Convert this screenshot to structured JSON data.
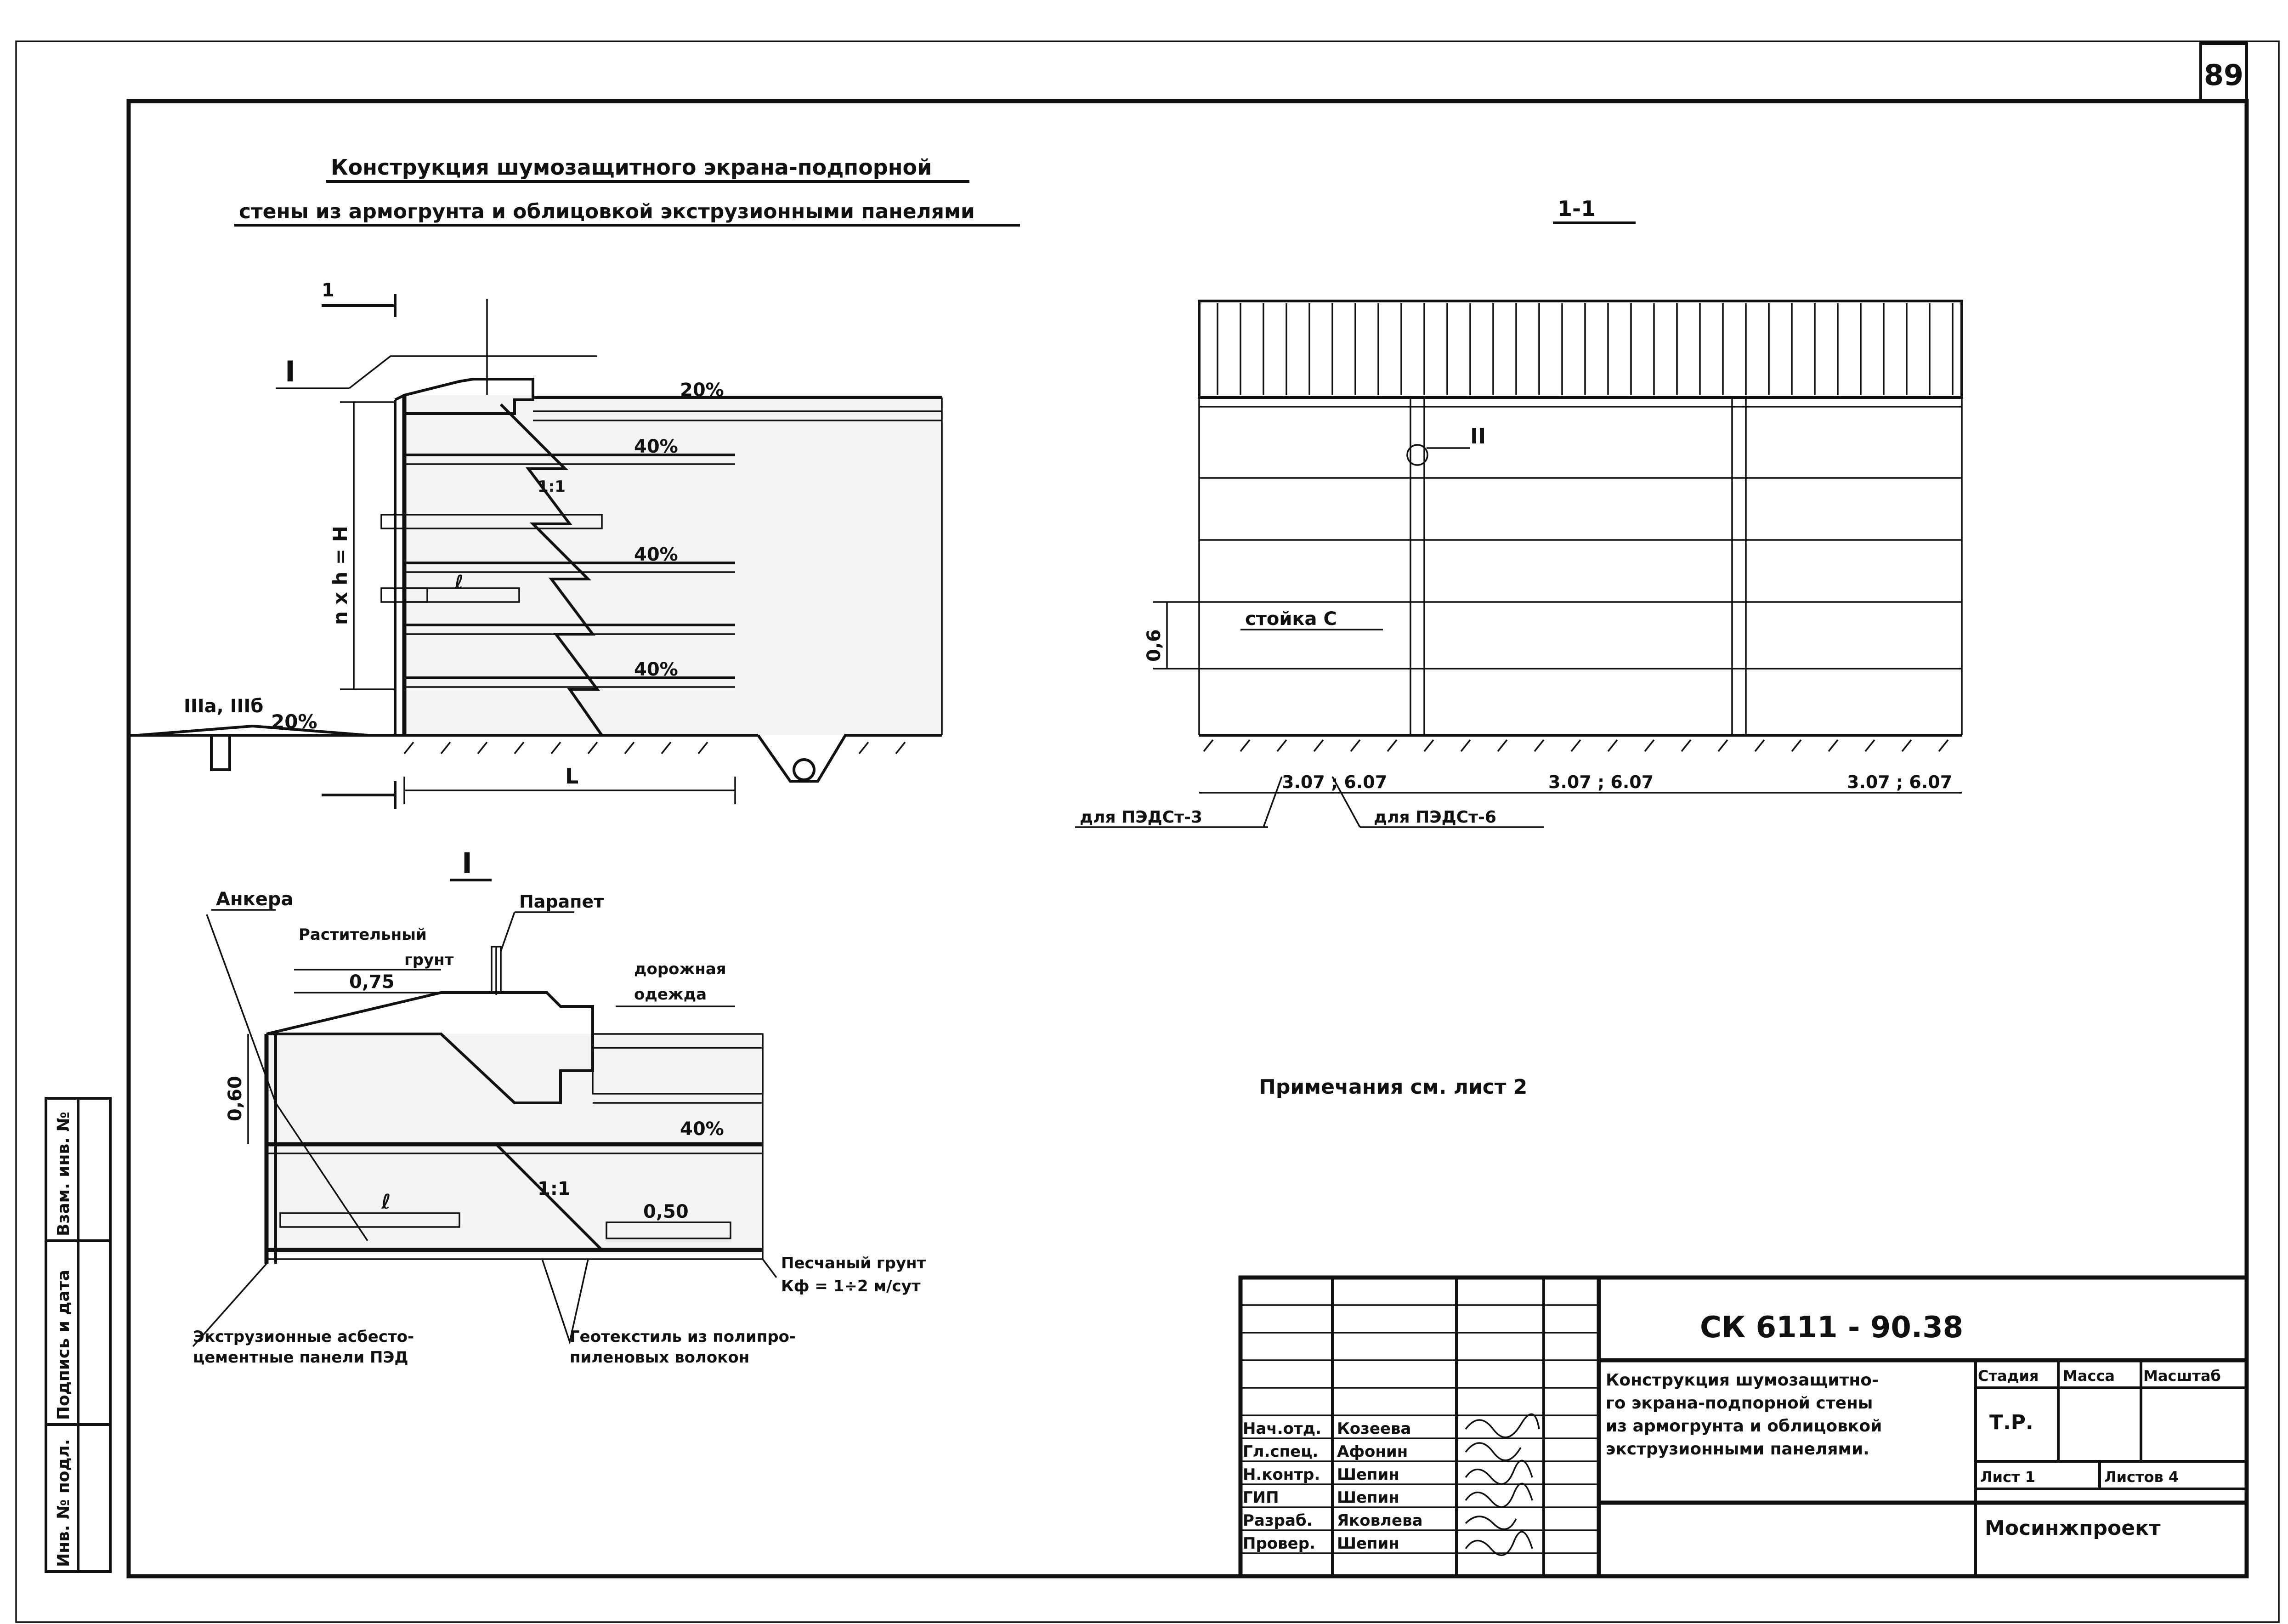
{
  "sheet_number": "89",
  "title": {
    "line1": "Конструкция шумозащитного экрана-подпорной",
    "line2": "стены из армогрунта и облицовкой экструзионными панелями"
  },
  "section": {
    "label": "1-1",
    "node_ref": "II",
    "post_label": "стойка С",
    "panel_height": "0,6",
    "spans": [
      "3.07 ; 6.07",
      "3.07 ; 6.07",
      "3.07 ; 6.07"
    ],
    "note_left": "для ПЭДСт-3",
    "note_right": "для ПЭДСт-6"
  },
  "main_view": {
    "cut_mark": "1",
    "node_ref": "I",
    "height_label": "n x h = H",
    "slope_top": "20%",
    "slope_left": "20%",
    "layer_slopes": [
      "40%",
      "40%",
      "40%"
    ],
    "ratio": "1:1",
    "base_label": "L",
    "anchor_label": "ℓ",
    "drain_refs": "IIIа, IIIб"
  },
  "detail": {
    "title": "I",
    "anchor": "Анкера",
    "parapet": "Парапет",
    "plant_soil_1": "Растительный",
    "plant_soil_2": "грунт",
    "dim_075": "0,75",
    "road_1": "дорожная",
    "road_2": "одежда",
    "dim_060": "0,60",
    "slope": "40%",
    "ratio": "1:1",
    "dim_050": "0,50",
    "anchor_length": "ℓ",
    "sand_1": "Песчаный грунт",
    "sand_2": "Кф = 1÷2 м/сут",
    "panels_1": "Экструзионные асбесто-",
    "panels_2": "цементные панели ПЭД",
    "geo_1": "Геотекстиль из полипро-",
    "geo_2": "пиленовых волокон"
  },
  "note": "Примечания см. лист 2",
  "stamp": {
    "code": "СК 6111 - 90.38",
    "desc": [
      "Конструкция шумозащитно-",
      "го экрана-подпорной стены",
      "из армогрунта и облицовкой",
      "экструзионными панелями."
    ],
    "roles": [
      {
        "role": "Нач.отд.",
        "name": "Козеева"
      },
      {
        "role": "Гл.спец.",
        "name": "Афонин"
      },
      {
        "role": "Н.контр.",
        "name": "Шепин"
      },
      {
        "role": "ГИП",
        "name": "Шепин"
      },
      {
        "role": "Разраб.",
        "name": "Яковлева"
      },
      {
        "role": "Провер.",
        "name": "Шепин"
      }
    ],
    "stage_h": "Стадия",
    "mass_h": "Масса",
    "scale_h": "Масштаб",
    "stage": "Т.Р.",
    "sheet": "Лист 1",
    "sheets": "Листов 4",
    "org": "Мосинжпроект"
  },
  "side_stamp": [
    "Инв. № подл.",
    "Подпись и дата",
    "Взам. инв. №"
  ]
}
